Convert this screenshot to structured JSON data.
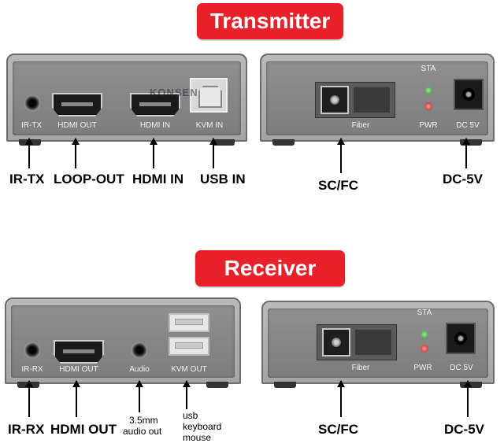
{
  "transmitter": {
    "title": "Transmitter",
    "left_panel_labels": [
      "IR-TX",
      "HDMI OUT",
      "HDMI IN",
      "KVM IN"
    ],
    "right_panel_labels": {
      "fiber": "Fiber",
      "sta": "STA",
      "pwr": "PWR",
      "dc": "DC 5V"
    },
    "watermark": "KONSEN",
    "captions": [
      "IR-TX",
      "LOOP-OUT",
      "HDMI IN",
      "USB IN",
      "SC/FC",
      "DC-5V"
    ]
  },
  "receiver": {
    "title": "Receiver",
    "left_panel_labels": [
      "IR-RX",
      "HDMI OUT",
      "Audio",
      "KVM OUT"
    ],
    "right_panel_labels": {
      "fiber": "Fiber",
      "sta": "STA",
      "pwr": "PWR",
      "dc": "DC 5V"
    },
    "captions": [
      "IR-RX",
      "HDMI OUT",
      "3.5mm",
      "audio out",
      "usb",
      "keyboard",
      "mouse",
      "SC/FC",
      "DC-5V"
    ]
  },
  "colors": {
    "banner": "#e8202a",
    "panel": "#8a8a8a",
    "led_green": "#2f8f2f",
    "led_red": "#b21e1e"
  }
}
